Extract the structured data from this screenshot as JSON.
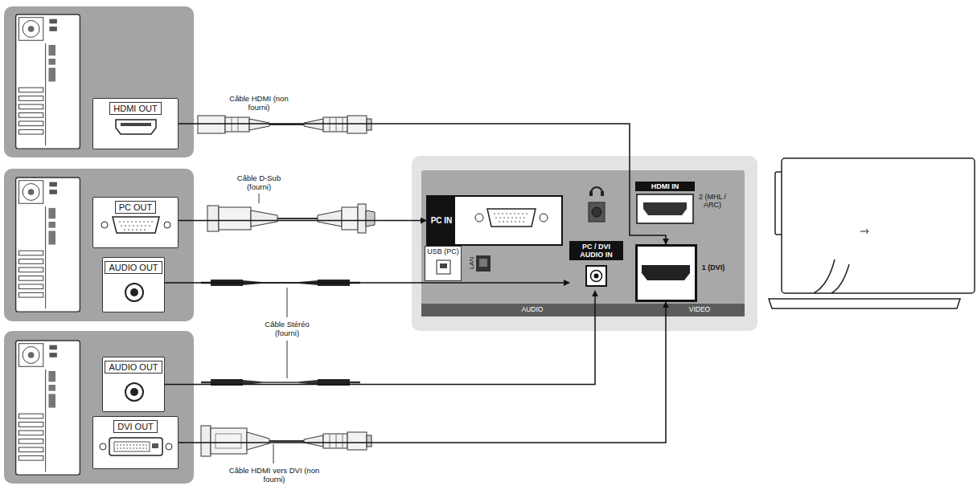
{
  "diagram": {
    "nodes": [
      {
        "text": [
          "HDMI OUT"
        ]
      },
      {
        "text": [
          "PC OUT"
        ]
      },
      {
        "text": [
          "AUDIO OUT"
        ]
      },
      {
        "text": [
          "AUDIO OUT"
        ]
      },
      {
        "text": [
          "DVI OUT"
        ]
      },
      {
        "text": [
          "PC IN"
        ]
      },
      {
        "text": [
          "USB (PC)"
        ]
      },
      {
        "text": [
          "PC / DVI AUDIO IN"
        ]
      },
      {
        "text": [
          "HDMI IN",
          "2 (MHL / ARC)"
        ]
      },
      {
        "text": [
          "1 (DVI)"
        ]
      }
    ],
    "edges": [
      {
        "from": 0,
        "to": 9,
        "arrow": "to"
      },
      {
        "from": 1,
        "to": 5,
        "arrow": "to"
      },
      {
        "from": 2,
        "to": 7,
        "arrow": "to"
      },
      {
        "from": 3,
        "to": 7,
        "arrow": "to"
      },
      {
        "from": 4,
        "to": 9,
        "arrow": "to"
      }
    ],
    "labels": [
      "Câble HDMI (non fourni)",
      "Câble D-Sub (fourni)",
      "Câble Stéréo (fourni)",
      "Câble HDMI vers DVI (non fourni)",
      "LAN",
      "AUDIO",
      "VIDEO"
    ]
  }
}
